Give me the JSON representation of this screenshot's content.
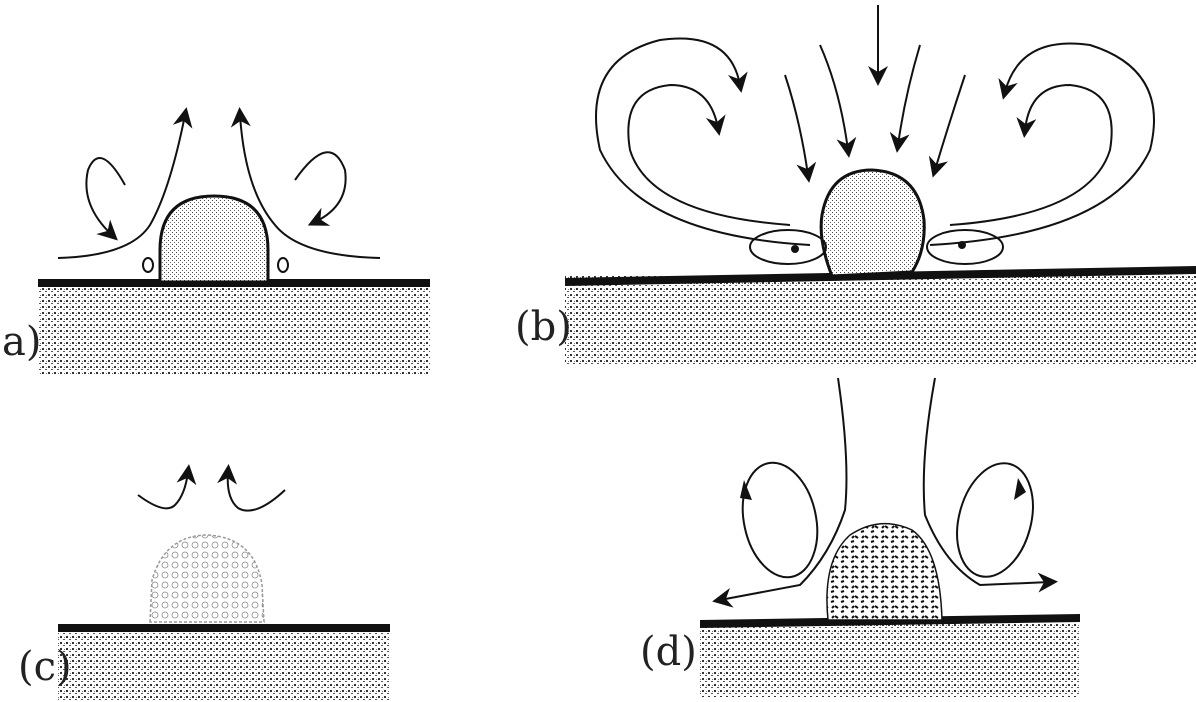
{
  "panels": [
    {
      "id": "a",
      "label": "a)"
    },
    {
      "id": "b",
      "label": "(b)"
    },
    {
      "id": "c",
      "label": "(c)"
    },
    {
      "id": "d",
      "label": "(d)"
    }
  ]
}
